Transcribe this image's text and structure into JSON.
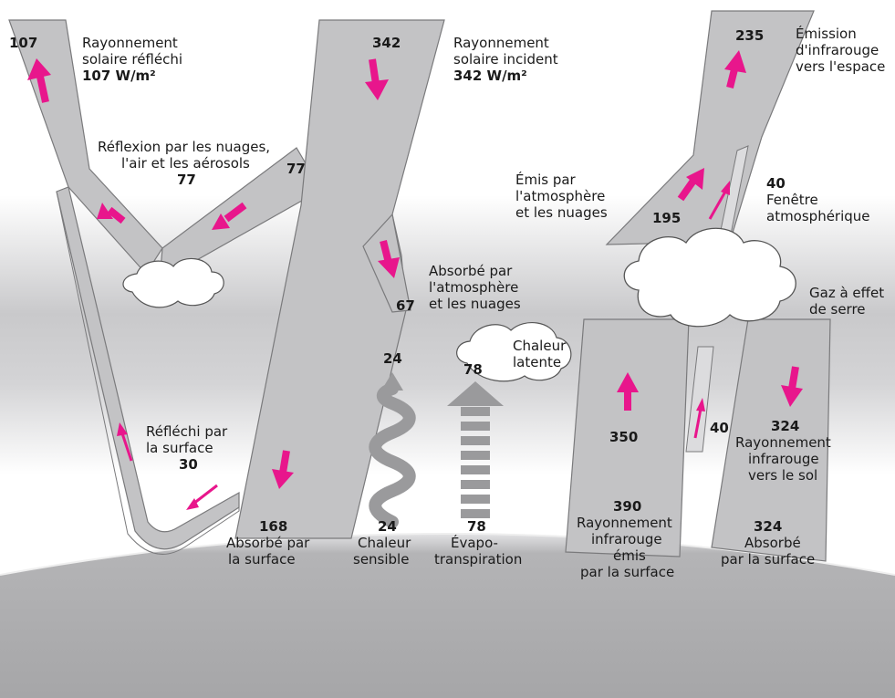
{
  "colors": {
    "flux": "#c3c3c5",
    "flux_stroke": "#7a7a7c",
    "arrow": "#e8168c",
    "ground": "#a8a8aa",
    "ground_rim": "#d9d9db",
    "cloud": "#ffffff",
    "cloud_stroke": "#555555",
    "sky_top": "#ffffff",
    "sky_band": "#c8c8ca"
  },
  "labels": {
    "reflected_value": "107",
    "reflected_l1": "Rayonnement",
    "reflected_l2": "solaire réfléchi",
    "reflected_l3": "107 W/m²",
    "incident_value": "342",
    "incident_l1": "Rayonnement",
    "incident_l2": "solaire incident",
    "incident_l3": "342 W/m²",
    "emission_value": "235",
    "emission_l1": "Émission",
    "emission_l2": "d'infrarouge",
    "emission_l3": "vers l'espace",
    "cloud_reflect_l1": "Réflexion par les nuages,",
    "cloud_reflect_l2": "l'air et les aérosols",
    "cloud_reflect_value": "77",
    "cloud_reflect_value_b": "77",
    "atm_emit_l1": "Émis par",
    "atm_emit_l2": "l'atmosphère",
    "atm_emit_l3": "et les nuages",
    "atm_emit_value": "195",
    "window_value": "40",
    "window_l1": "Fenêtre",
    "window_l2": "atmosphérique",
    "absorbed_atm_l1": "Absorbé par",
    "absorbed_atm_l2": "l'atmosphère",
    "absorbed_atm_l3": "et les nuages",
    "absorbed_atm_value": "67",
    "ghg_l1": "Gaz à effet",
    "ghg_l2": "de serre",
    "latent_l1": "Chaleur",
    "latent_l2": "latente",
    "latent_value_top": "78",
    "sensible_value_top": "24",
    "up_ir_value": "350",
    "window_low_value": "40",
    "back_value": "324",
    "back_l1": "Rayonnement",
    "back_l2": "infrarouge",
    "back_l3": "vers le sol",
    "surf_reflect_l1": "Réfléchi par",
    "surf_reflect_l2": "la surface",
    "surf_reflect_value": "30",
    "surf_abs_value": "168",
    "surf_abs_l1": "Absorbé par",
    "surf_abs_l2": "la surface",
    "sensible_value": "24",
    "sensible_l1": "Chaleur",
    "sensible_l2": "sensible",
    "evapo_value": "78",
    "evapo_l1": "Évapo-",
    "evapo_l2": "transpiration",
    "surf_ir_value": "390",
    "surf_ir_l1": "Rayonnement",
    "surf_ir_l2": "infrarouge",
    "surf_ir_l3": "émis",
    "surf_ir_l4": "par la surface",
    "surf_back_value": "324",
    "surf_back_l1": "Absorbé",
    "surf_back_l2": "par la surface"
  }
}
